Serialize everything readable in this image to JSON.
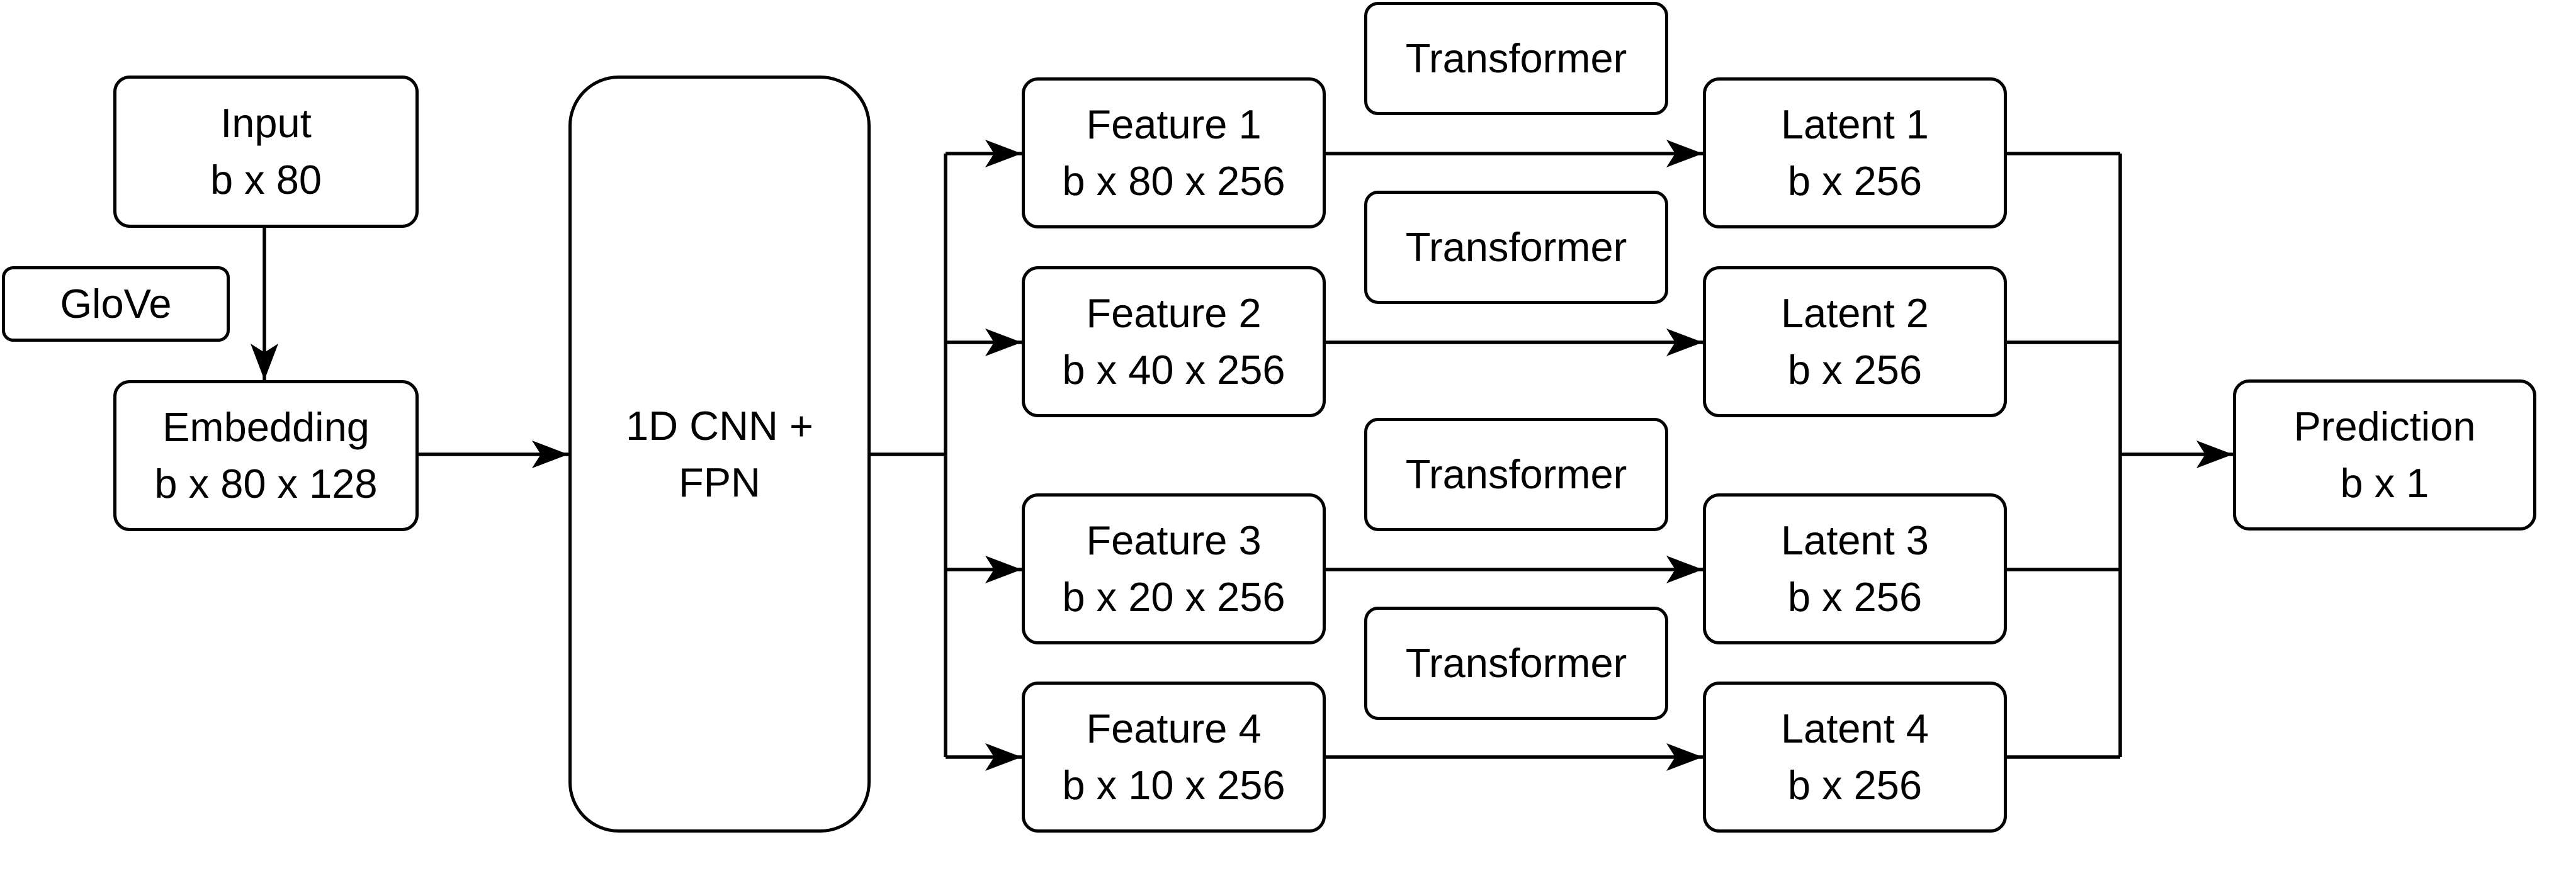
{
  "input": {
    "title": "Input",
    "shape": "b x 80"
  },
  "glove": {
    "title": "GloVe"
  },
  "embedding": {
    "title": "Embedding",
    "shape": "b x 80 x 128"
  },
  "backbone": {
    "line1": "1D CNN +",
    "line2": "FPN"
  },
  "features": [
    {
      "title": "Feature 1",
      "shape": "b x 80 x 256"
    },
    {
      "title": "Feature 2",
      "shape": "b x 40 x 256"
    },
    {
      "title": "Feature 3",
      "shape": "b x 20 x 256"
    },
    {
      "title": "Feature 4",
      "shape": "b x 10 x 256"
    }
  ],
  "transformers": [
    {
      "title": "Transformer"
    },
    {
      "title": "Transformer"
    },
    {
      "title": "Transformer"
    },
    {
      "title": "Transformer"
    }
  ],
  "latents": [
    {
      "title": "Latent 1",
      "shape": "b x 256"
    },
    {
      "title": "Latent 2",
      "shape": "b x 256"
    },
    {
      "title": "Latent 3",
      "shape": "b x 256"
    },
    {
      "title": "Latent 4",
      "shape": "b x 256"
    }
  ],
  "prediction": {
    "title": "Prediction",
    "shape": "b x 1"
  }
}
